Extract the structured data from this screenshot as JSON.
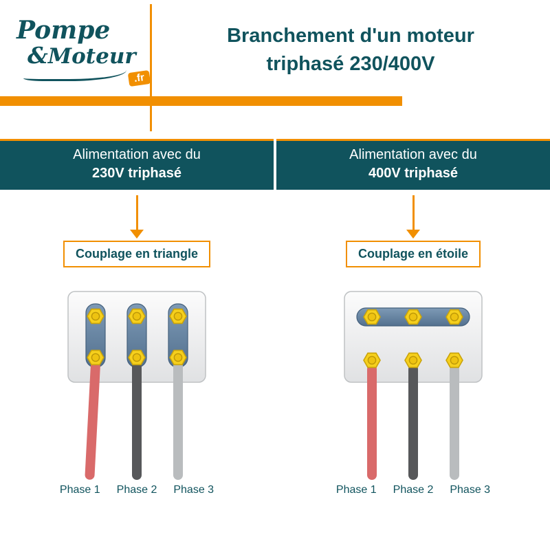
{
  "colors": {
    "teal": "#10535d",
    "orange": "#f18f01",
    "wire_red": "#d96a6a",
    "wire_dark": "#57585a",
    "wire_light": "#b9bcbe",
    "nut_yellow": "#f6d01d",
    "terminal_blue": "#67829e"
  },
  "logo": {
    "pompe": "Pompe",
    "amp": "&",
    "moteur": "Moteur",
    "tld": ".fr"
  },
  "title": {
    "line1": "Branchement d'un moteur",
    "line2": "triphasé 230/400V"
  },
  "columns": [
    {
      "header_line1": "Alimentation avec du",
      "header_line2": "230V triphasé",
      "coupling_label": "Couplage en triangle",
      "phases": [
        "Phase 1",
        "Phase 2",
        "Phase 3"
      ]
    },
    {
      "header_line1": "Alimentation avec du",
      "header_line2": "400V triphasé",
      "coupling_label": "Couplage en étoile",
      "phases": [
        "Phase 1",
        "Phase 2",
        "Phase 3"
      ]
    }
  ]
}
